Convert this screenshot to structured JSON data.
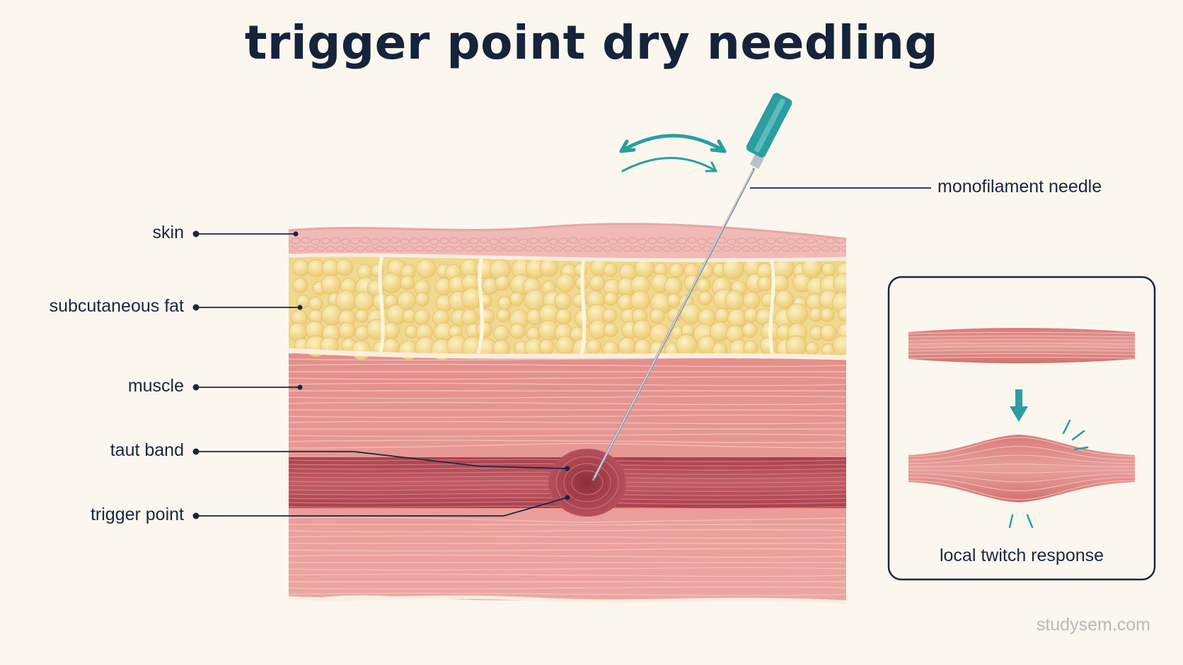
{
  "title": "trigger point dry needling",
  "labels": {
    "skin": "skin",
    "fat": "subcutaneous fat",
    "muscle": "muscle",
    "taut_band": "taut band",
    "trigger_point": "trigger point",
    "needle": "monofilament needle"
  },
  "inset": {
    "caption": "local twitch response"
  },
  "watermark": "studysem.com",
  "colors": {
    "ink": "#15233b",
    "teal": "#2a9ea0",
    "skin": "#efb6b3",
    "fat": "#f6dc92",
    "muscle": "#e79a95",
    "taut_band": "#b84f5a"
  }
}
